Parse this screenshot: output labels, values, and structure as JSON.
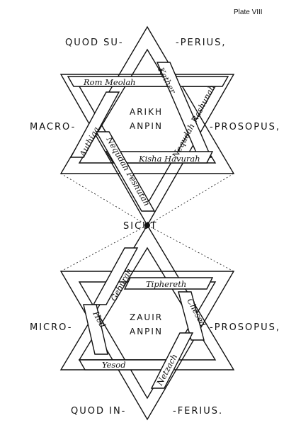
{
  "plate_label": "Plate VIII",
  "upper": {
    "top_left": "QUOD SU-",
    "top_right": "-PERIUS,",
    "left": "MACRO-",
    "right": "-PROSOPUS,",
    "center_line1": "ARIKH",
    "center_line2": "ANPIN",
    "bands": {
      "top": "Rom Meolah",
      "right_diag": "Kether",
      "left_vert": "Authiqa",
      "right_lower": "Nequdah Rashunah",
      "bottom": "Kisha Havurah",
      "center_diag": "Nequdah Peshutah"
    }
  },
  "middle": {
    "label": "SICUT"
  },
  "lower": {
    "left": "MICRO-",
    "right": "-PROSOPUS,",
    "bottom_left": "QUOD IN-",
    "bottom_right": "-FERIUS.",
    "center_line1": "ZAUIR",
    "center_line2": "ANPIN",
    "bands": {
      "top_left": "Geburah",
      "top": "Tiphereth",
      "left": "Hod",
      "right": "Chesed",
      "bottom": "Yesod",
      "bottom_right": "Netzach"
    }
  }
}
